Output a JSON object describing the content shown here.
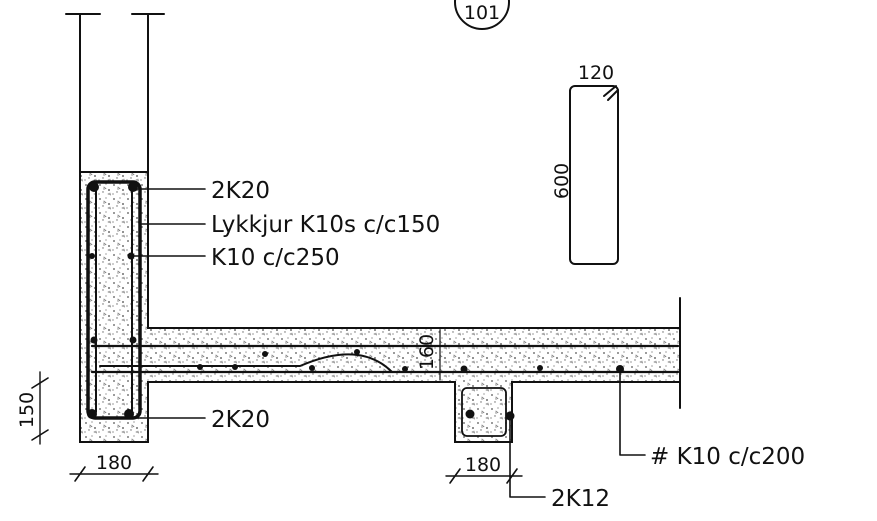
{
  "detail_number": "101",
  "labels": {
    "column_top_bars": "2K20",
    "column_ties": "Lykkjur K10s c/c150",
    "column_side_bars": "K10 c/c250",
    "column_bottom_bars": "2K20",
    "slab_mesh": "# K10 c/c200",
    "rib_bars": "2K12"
  },
  "dimensions": {
    "column_width": "180",
    "rib_width": "180",
    "rib_depth": "150",
    "slab_thickness": "160",
    "section_width": "120",
    "section_height": "600"
  }
}
